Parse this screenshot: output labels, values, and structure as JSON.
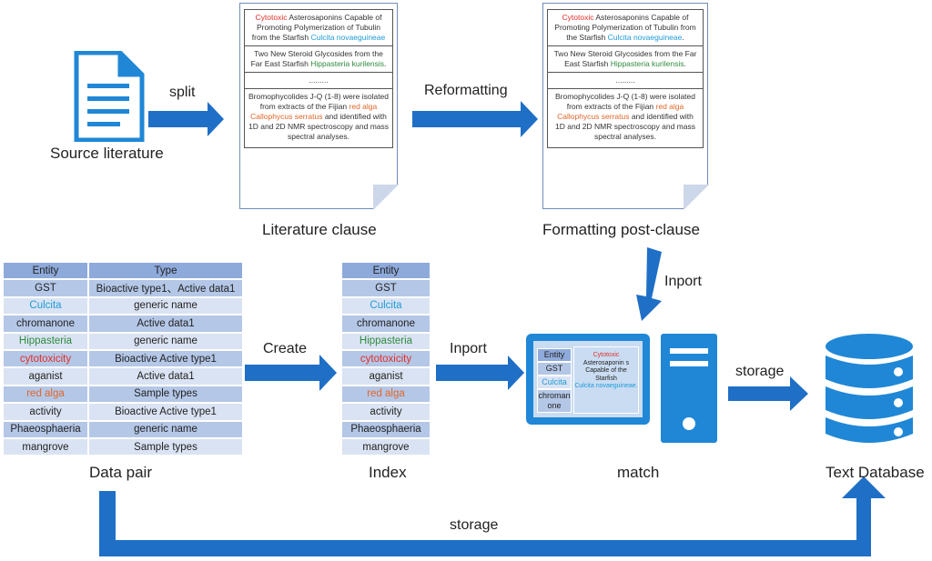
{
  "captions": {
    "source": "Source literature",
    "clause": "Literature clause",
    "post_clause": "Formatting post-clause",
    "data_pair": "Data pair",
    "index": "Index",
    "match": "match",
    "text_db": "Text Database"
  },
  "arrow_labels": {
    "split": "split",
    "reformatting": "Reformatting",
    "inport_down": "Inport",
    "create": "Create",
    "inport": "Inport",
    "storage_right": "storage",
    "storage_bottom": "storage"
  },
  "doc": {
    "c1_red": "Cytotoxic",
    "c1_rest": " Asterosaponins Capable of Promoting Polymerization of Tubulin from the Starfish ",
    "c1_blue": "Culcita novaeguineae",
    "c1_end": ".",
    "c2_rest": "Two New Steroid Glycosides from the Far East Starfish ",
    "c2_green": "Hippasteria kurilensis",
    "c2_end": ".",
    "c3": ".........",
    "c4_a": "Bromophycolides J-Q (1-8) were isolated from extracts of the Fijian ",
    "c4_orange": "red alga Callophycus serratus",
    "c4_b": " and identified with 1D and 2D NMR spectroscopy and mass spectral analyses."
  },
  "data_pair": {
    "headers": [
      "Entity",
      "Type"
    ],
    "rows": [
      [
        "GST",
        "Bioactive type1、Active data1"
      ],
      [
        "Culcita",
        "generic name"
      ],
      [
        "chromanone",
        "Active data1"
      ],
      [
        "Hippasteria",
        "generic name"
      ],
      [
        "cytotoxicity",
        "Bioactive Active type1"
      ],
      [
        "aganist",
        "Active data1"
      ],
      [
        "red alga",
        "Sample types"
      ],
      [
        "activity",
        "Bioactive Active type1"
      ],
      [
        "Phaeosphaeria",
        "generic name"
      ],
      [
        "mangrove",
        "Sample types"
      ]
    ]
  },
  "index": {
    "header": "Entity",
    "rows": [
      "GST",
      "Culcita",
      "chromanone",
      "Hippasteria",
      "cytotoxicity",
      "aganist",
      "red alga",
      "activity",
      "Phaeosphaeria",
      "mangrove"
    ]
  },
  "screen": {
    "rows": [
      "Entity",
      "GST",
      "Culcita",
      "chroman one"
    ],
    "text_red": "Cytotoxic",
    "text_main": "Asterosaponin s Capable of the Starfish",
    "text_blue": "Culcita novaeguineae."
  },
  "colors": {
    "accent_blue": "#1f6fc6",
    "icon_blue": "#1f87d6",
    "table_header": "#8eaadb"
  },
  "icons": [
    "document-icon",
    "computer-icon",
    "database-icon"
  ]
}
